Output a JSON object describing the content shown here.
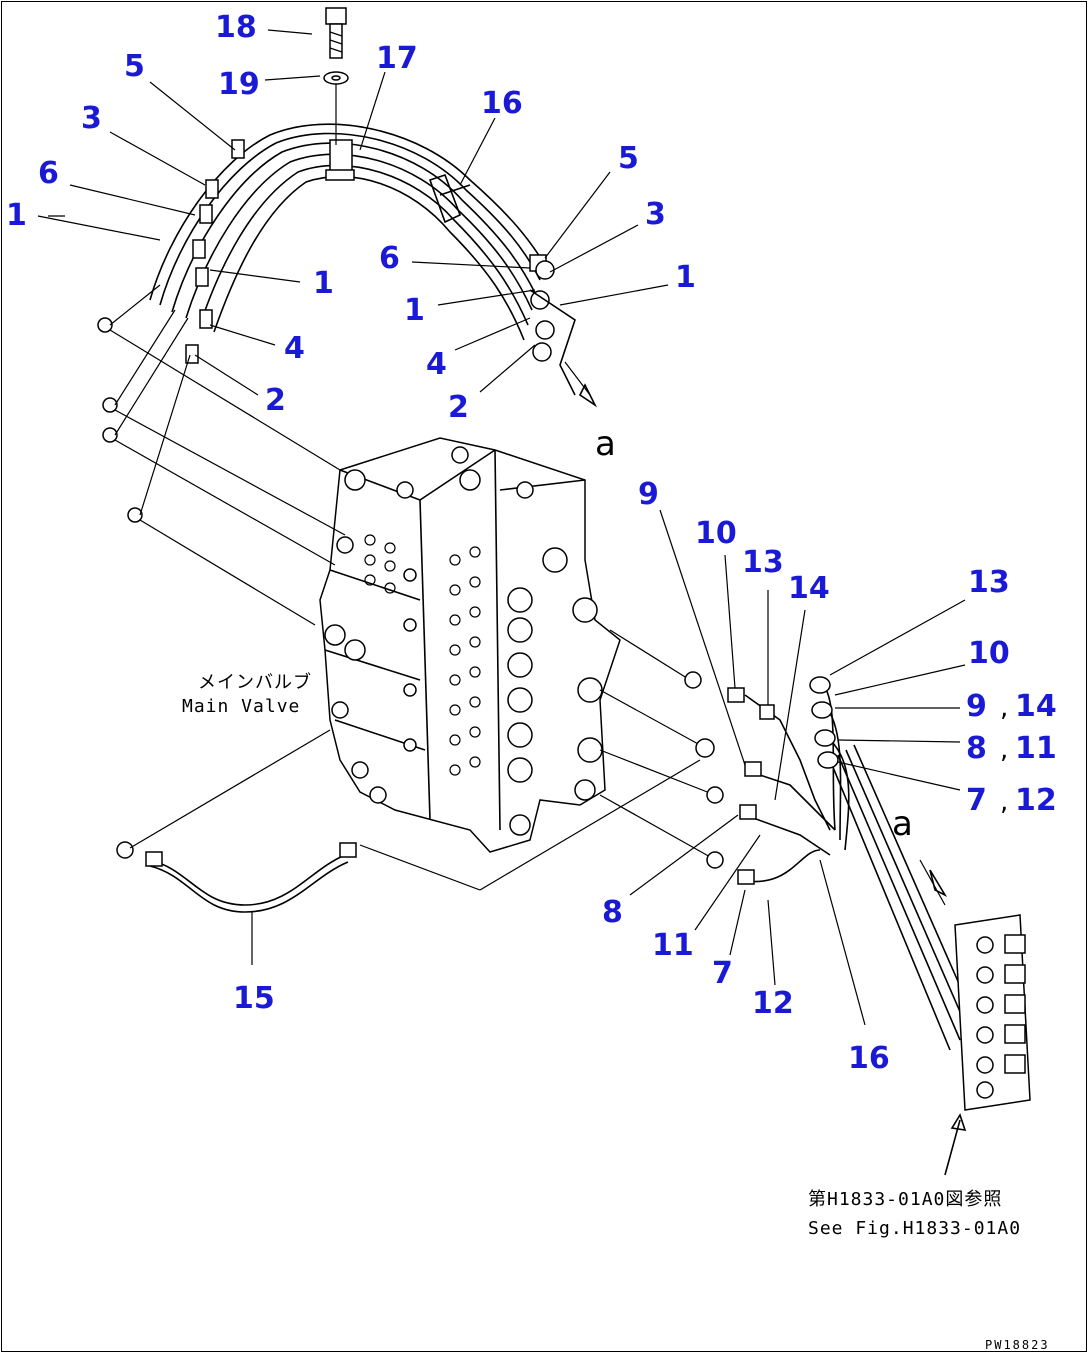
{
  "diagram": {
    "callouts": {
      "c18": "18",
      "c19": "19",
      "c17": "17",
      "c16_top": "16",
      "c5_left": "5",
      "c3_left": "3",
      "c6_left": "6",
      "c1_left_a": "1",
      "c1_left_b": "1",
      "c4_left": "4",
      "c2_left": "2",
      "c5_right": "5",
      "c3_right": "3",
      "c6_right": "6",
      "c1_right_a": "1",
      "c1_right_b": "1",
      "c4_right": "4",
      "c2_right": "2",
      "c9": "9",
      "c10": "10",
      "c13": "13",
      "c14": "14",
      "c13_r": "13",
      "c10_r": "10",
      "c9_r": "9",
      "c14_r": "14",
      "c8_r": "8",
      "c11_r": "11",
      "c7_r": "7",
      "c12_r": "12",
      "c8": "8",
      "c11": "11",
      "c7": "7",
      "c12": "12",
      "c16_bottom": "16",
      "c15": "15"
    },
    "view_a_top": "a",
    "view_a_right": "a",
    "main_valve_jp": "メインバルブ",
    "main_valve_en": "Main Valve",
    "see_fig_jp": "第H1833-01A0図参照",
    "see_fig_en": "See Fig.H1833-01A0",
    "figure_code": "PW18823"
  }
}
